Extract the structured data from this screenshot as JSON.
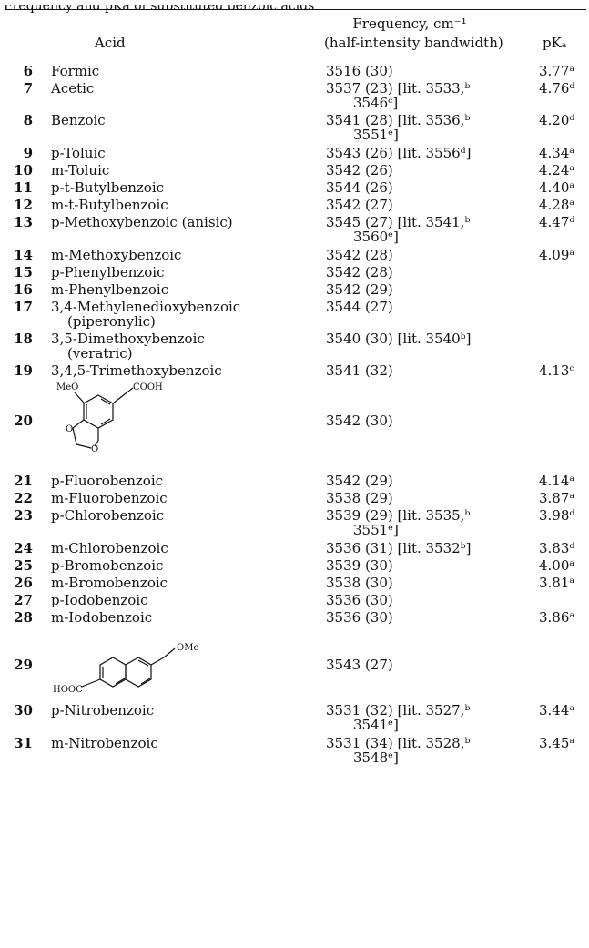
{
  "header_fragment": "Frequency and pKa of substituted benzoic acids",
  "columns": {
    "acid": "Acid",
    "frequency_line1": "Frequency, cm⁻¹",
    "frequency_line2": "(half-intensity bandwidth)",
    "pka": "pKₐ"
  },
  "rows": [
    {
      "num": "6",
      "acid": "Formic",
      "freq": "3516 (30)",
      "pka": "3.77ᵃ"
    },
    {
      "num": "7",
      "acid": "Acetic",
      "freq": "3537 (23) [lit. 3533,ᵇ",
      "freq2": "3546ᶜ]",
      "pka": "4.76ᵈ"
    },
    {
      "num": "8",
      "acid": "Benzoic",
      "freq": "3541 (28) [lit. 3536,ᵇ",
      "freq2": "3551ᵉ]",
      "pka": "4.20ᵈ"
    },
    {
      "num": "9",
      "acid": "p-Toluic",
      "freq": "3543 (26) [lit. 3556ᵈ]",
      "pka": "4.34ᵃ"
    },
    {
      "num": "10",
      "acid": "m-Toluic",
      "freq": "3542 (26)",
      "pka": "4.24ᵃ"
    },
    {
      "num": "11",
      "acid": "p-t-Butylbenzoic",
      "freq": "3544 (26)",
      "pka": "4.40ᵃ"
    },
    {
      "num": "12",
      "acid": "m-t-Butylbenzoic",
      "freq": "3542 (27)",
      "pka": "4.28ᵃ"
    },
    {
      "num": "13",
      "acid": "p-Methoxybenzoic (anisic)",
      "freq": "3545 (27) [lit. 3541,ᵇ",
      "freq2": "3560ᵉ]",
      "pka": "4.47ᵈ"
    },
    {
      "num": "14",
      "acid": "m-Methoxybenzoic",
      "freq": "3542 (28)",
      "pka": "4.09ᵃ"
    },
    {
      "num": "15",
      "acid": "p-Phenylbenzoic",
      "freq": "3542 (28)",
      "pka": ""
    },
    {
      "num": "16",
      "acid": "m-Phenylbenzoic",
      "freq": "3542 (29)",
      "pka": ""
    },
    {
      "num": "17",
      "acid": "3,4-Methylenedioxybenzoic",
      "acid2": "(piperonylic)",
      "freq": "3544 (27)",
      "pka": ""
    },
    {
      "num": "18",
      "acid": "3,5-Dimethoxybenzoic",
      "acid2": "(veratric)",
      "freq": "3540 (30) [lit. 3540ᵇ]",
      "pka": ""
    },
    {
      "num": "19",
      "acid": "3,4,5-Trimethoxybenzoic",
      "freq": "3541 (32)",
      "pka": "4.13ᶜ"
    },
    {
      "num": "20",
      "acid": "",
      "struct_labels": [
        "MeO",
        "COOH"
      ],
      "freq": "3542 (30)",
      "pka": ""
    },
    {
      "num": "21",
      "acid": "p-Fluorobenzoic",
      "freq": "3542 (29)",
      "pka": "4.14ᵃ"
    },
    {
      "num": "22",
      "acid": "m-Fluorobenzoic",
      "freq": "3538 (29)",
      "pka": "3.87ᵃ"
    },
    {
      "num": "23",
      "acid": "p-Chlorobenzoic",
      "freq": "3539 (29) [lit. 3535,ᵇ",
      "freq2": "3551ᵉ]",
      "pka": "3.98ᵈ"
    },
    {
      "num": "24",
      "acid": "m-Chlorobenzoic",
      "freq": "3536 (31) [lit. 3532ᵇ]",
      "pka": "3.83ᵈ"
    },
    {
      "num": "25",
      "acid": "p-Bromobenzoic",
      "freq": "3539 (30)",
      "pka": "4.00ᵃ"
    },
    {
      "num": "26",
      "acid": "m-Bromobenzoic",
      "freq": "3538 (30)",
      "pka": "3.81ᵃ"
    },
    {
      "num": "27",
      "acid": "p-Iodobenzoic",
      "freq": "3536 (30)",
      "pka": ""
    },
    {
      "num": "28",
      "acid": "m-Iodobenzoic",
      "freq": "3536 (30)",
      "pka": "3.86ᵃ"
    },
    {
      "num": "29",
      "acid": "",
      "struct_labels": [
        "OMe",
        "HOOC"
      ],
      "freq": "3543 (27)",
      "pka": ""
    },
    {
      "num": "30",
      "acid": "p-Nitrobenzoic",
      "freq": "3531 (32) [lit. 3527,ᵇ",
      "freq2": "3541ᵉ]",
      "pka": "3.44ᵃ"
    },
    {
      "num": "31",
      "acid": "m-Nitrobenzoic",
      "freq": "3531 (34) [lit. 3528,ᵇ",
      "freq2": "3548ᵉ]",
      "pka": "3.45ᵃ"
    }
  ]
}
